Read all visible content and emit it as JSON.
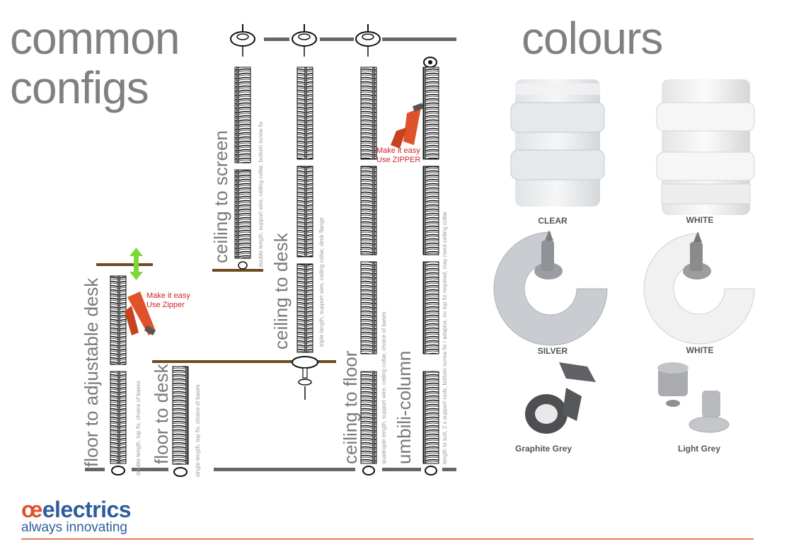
{
  "titles": {
    "left_line1": "common",
    "left_line2": "configs",
    "right": "colours"
  },
  "configs": [
    {
      "name": "floor to adjustable desk",
      "desc": "double length, top fix, choice of bases"
    },
    {
      "name": "floor to desk",
      "desc": "single length, top fix, choice of bases"
    },
    {
      "name": "ceiling to screen",
      "desc": "double length, support wire, ceiling collar, bottom screw fix"
    },
    {
      "name": "ceiling to desk",
      "desc": "triple length, support wire, ceiling collar, desk flange"
    },
    {
      "name": "ceiling to floor",
      "desc": "quadruple length, support wire, ceiling collar, choice of bases"
    },
    {
      "name": "umbili-column",
      "desc": "length to suit, 2 x support rods, bottom screw fix / adaptor, no top fix required, may need ceiling collar"
    }
  ],
  "notes": {
    "zipper_lower_1": "Make it easy",
    "zipper_lower_2": "Use Zipper",
    "zipper_upper_1": "Make it easy",
    "zipper_upper_2": "Use ZIPPER"
  },
  "colours": {
    "clear": "CLEAR",
    "white_spine": "WHITE",
    "silver": "SILVER",
    "white_collar": "WHITE",
    "graphite_grey": "Graphite Grey",
    "light_grey": "Light Grey"
  },
  "brand": {
    "name_oe": "œ",
    "name_rest": "electrics",
    "tagline": "always innovating"
  },
  "palette": {
    "accent_orange": "#e0522a",
    "brand_blue": "#2f5d9c",
    "brown": "#6e4a1e",
    "green": "#7fd63a",
    "title_grey": "#808080"
  }
}
